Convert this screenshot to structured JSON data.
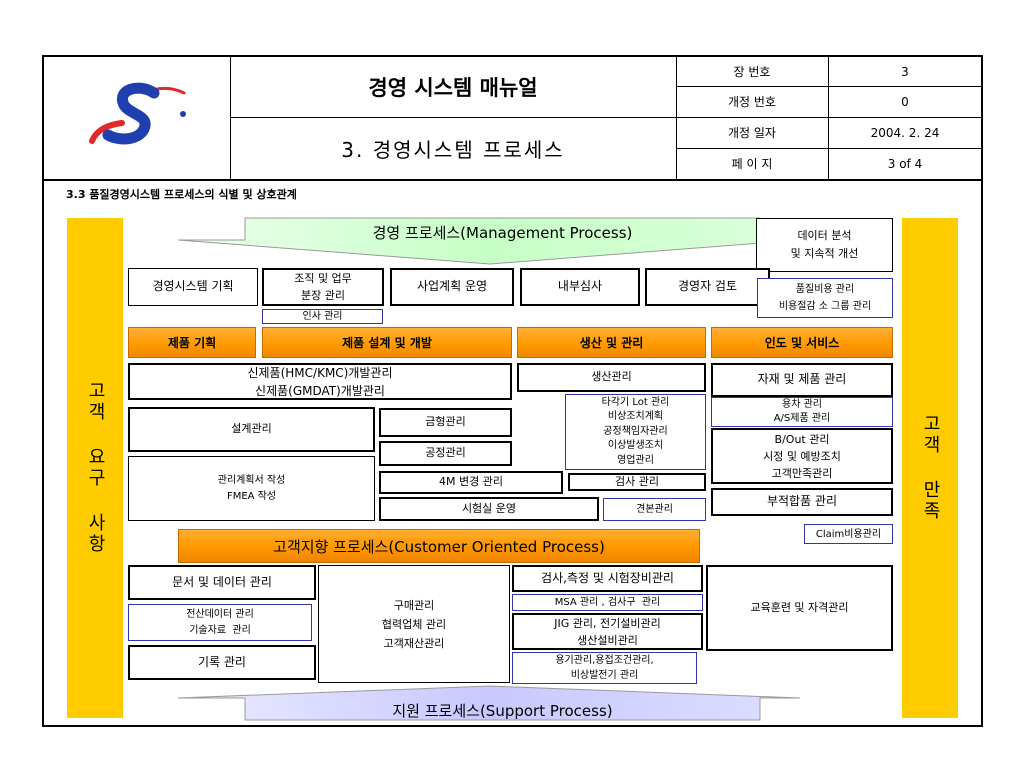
{
  "colors": {
    "frame": "#000000",
    "side_bar": "#FFCC00",
    "stage_orange": "#FF9900",
    "management_green": "#CCFFCC",
    "support_lavender": "#CCCCFF",
    "blue_border": "#3333AA"
  },
  "logo": {
    "icon": "company-s-logo-icon"
  },
  "header": {
    "title": "경영 시스템 매뉴얼",
    "subtitle": "3. 경영시스템 프로세스",
    "meta": [
      {
        "label": "장 번호",
        "value": "3"
      },
      {
        "label": "개정 번호",
        "value": "0"
      },
      {
        "label": "개정 일자",
        "value": "2004. 2. 24"
      },
      {
        "label": "페 이 지",
        "value": "3 of 4"
      }
    ]
  },
  "section_title": "3.3 품질경영시스템 프로세스의 식별 및 상호관계",
  "side_bars": {
    "left": "고객 요구 사항",
    "right": "고객 만족"
  },
  "management_process": {
    "title": "경영 프로세스(Management Process)",
    "data_analysis": [
      "데이터 분석",
      "및 지속적 개선"
    ],
    "planning": "경영시스템 기획",
    "organization": [
      "조직 및 업무",
      "분장 관리"
    ],
    "hr": "인사 관리",
    "business_plan": "사업계획 운영",
    "internal_audit": "내부심사",
    "management_review": "경영자 검토",
    "quality_cost": [
      "품질비용 관리",
      "비용절감 소 그룹 관리"
    ]
  },
  "customer_process": {
    "title": "고객지향 프로세스(Customer Oriented Process)",
    "stages": [
      "제품 기획",
      "제품 설계 및 개발",
      "생산 및 관리",
      "인도 및 서비스"
    ],
    "new_product": [
      "신제품(HMC/KMC)개발관리",
      "신제품(GMDAT)개발관리"
    ],
    "design_mgmt": "설계관리",
    "control_plan": [
      "관리계획서 작성",
      "FMEA 작성"
    ],
    "mold_mgmt": "금형관리",
    "process_mgmt": "공정관리",
    "change_4m": "4M 변경 관리",
    "lab_operation": "시험실 운영",
    "production_mgmt": "생산관리",
    "production_details": [
      "타각기 Lot 관리",
      "비상조치계획",
      "공정책임자관리",
      "이상발생조치",
      "영업관리"
    ],
    "inspection_mgmt": "검사 관리",
    "sample_mgmt": "견본관리",
    "material_mgmt": "자재 및 제품 관리",
    "vehicle_as": [
      "용차 관리",
      "A/S제품 관리"
    ],
    "corrective": [
      "B/Out 관리",
      "시정 및 예방조치",
      "고객만족관리"
    ],
    "nonconforming": "부적합품 관리",
    "claim_cost": "Claim비용관리"
  },
  "support_process": {
    "title": "지원 프로세스(Support Process)",
    "document_data": "문서 및 데이터 관리",
    "it_data": [
      "전산데이터 관리",
      "기술자료  관리"
    ],
    "records": "기록 관리",
    "purchasing": [
      "구매관리",
      "협력업체 관리",
      "고객재산관리"
    ],
    "measuring_equipment": "검사,측정 및 시험장비관리",
    "msa": "MSA 관리 , 검사구  관리",
    "jig": [
      "JIG 관리, 전기설비관리",
      "생산설비관리"
    ],
    "container": [
      "용기관리,용접조건관리,",
      "비상발전기 관리"
    ],
    "training": "교육훈련 및 자격관리"
  }
}
